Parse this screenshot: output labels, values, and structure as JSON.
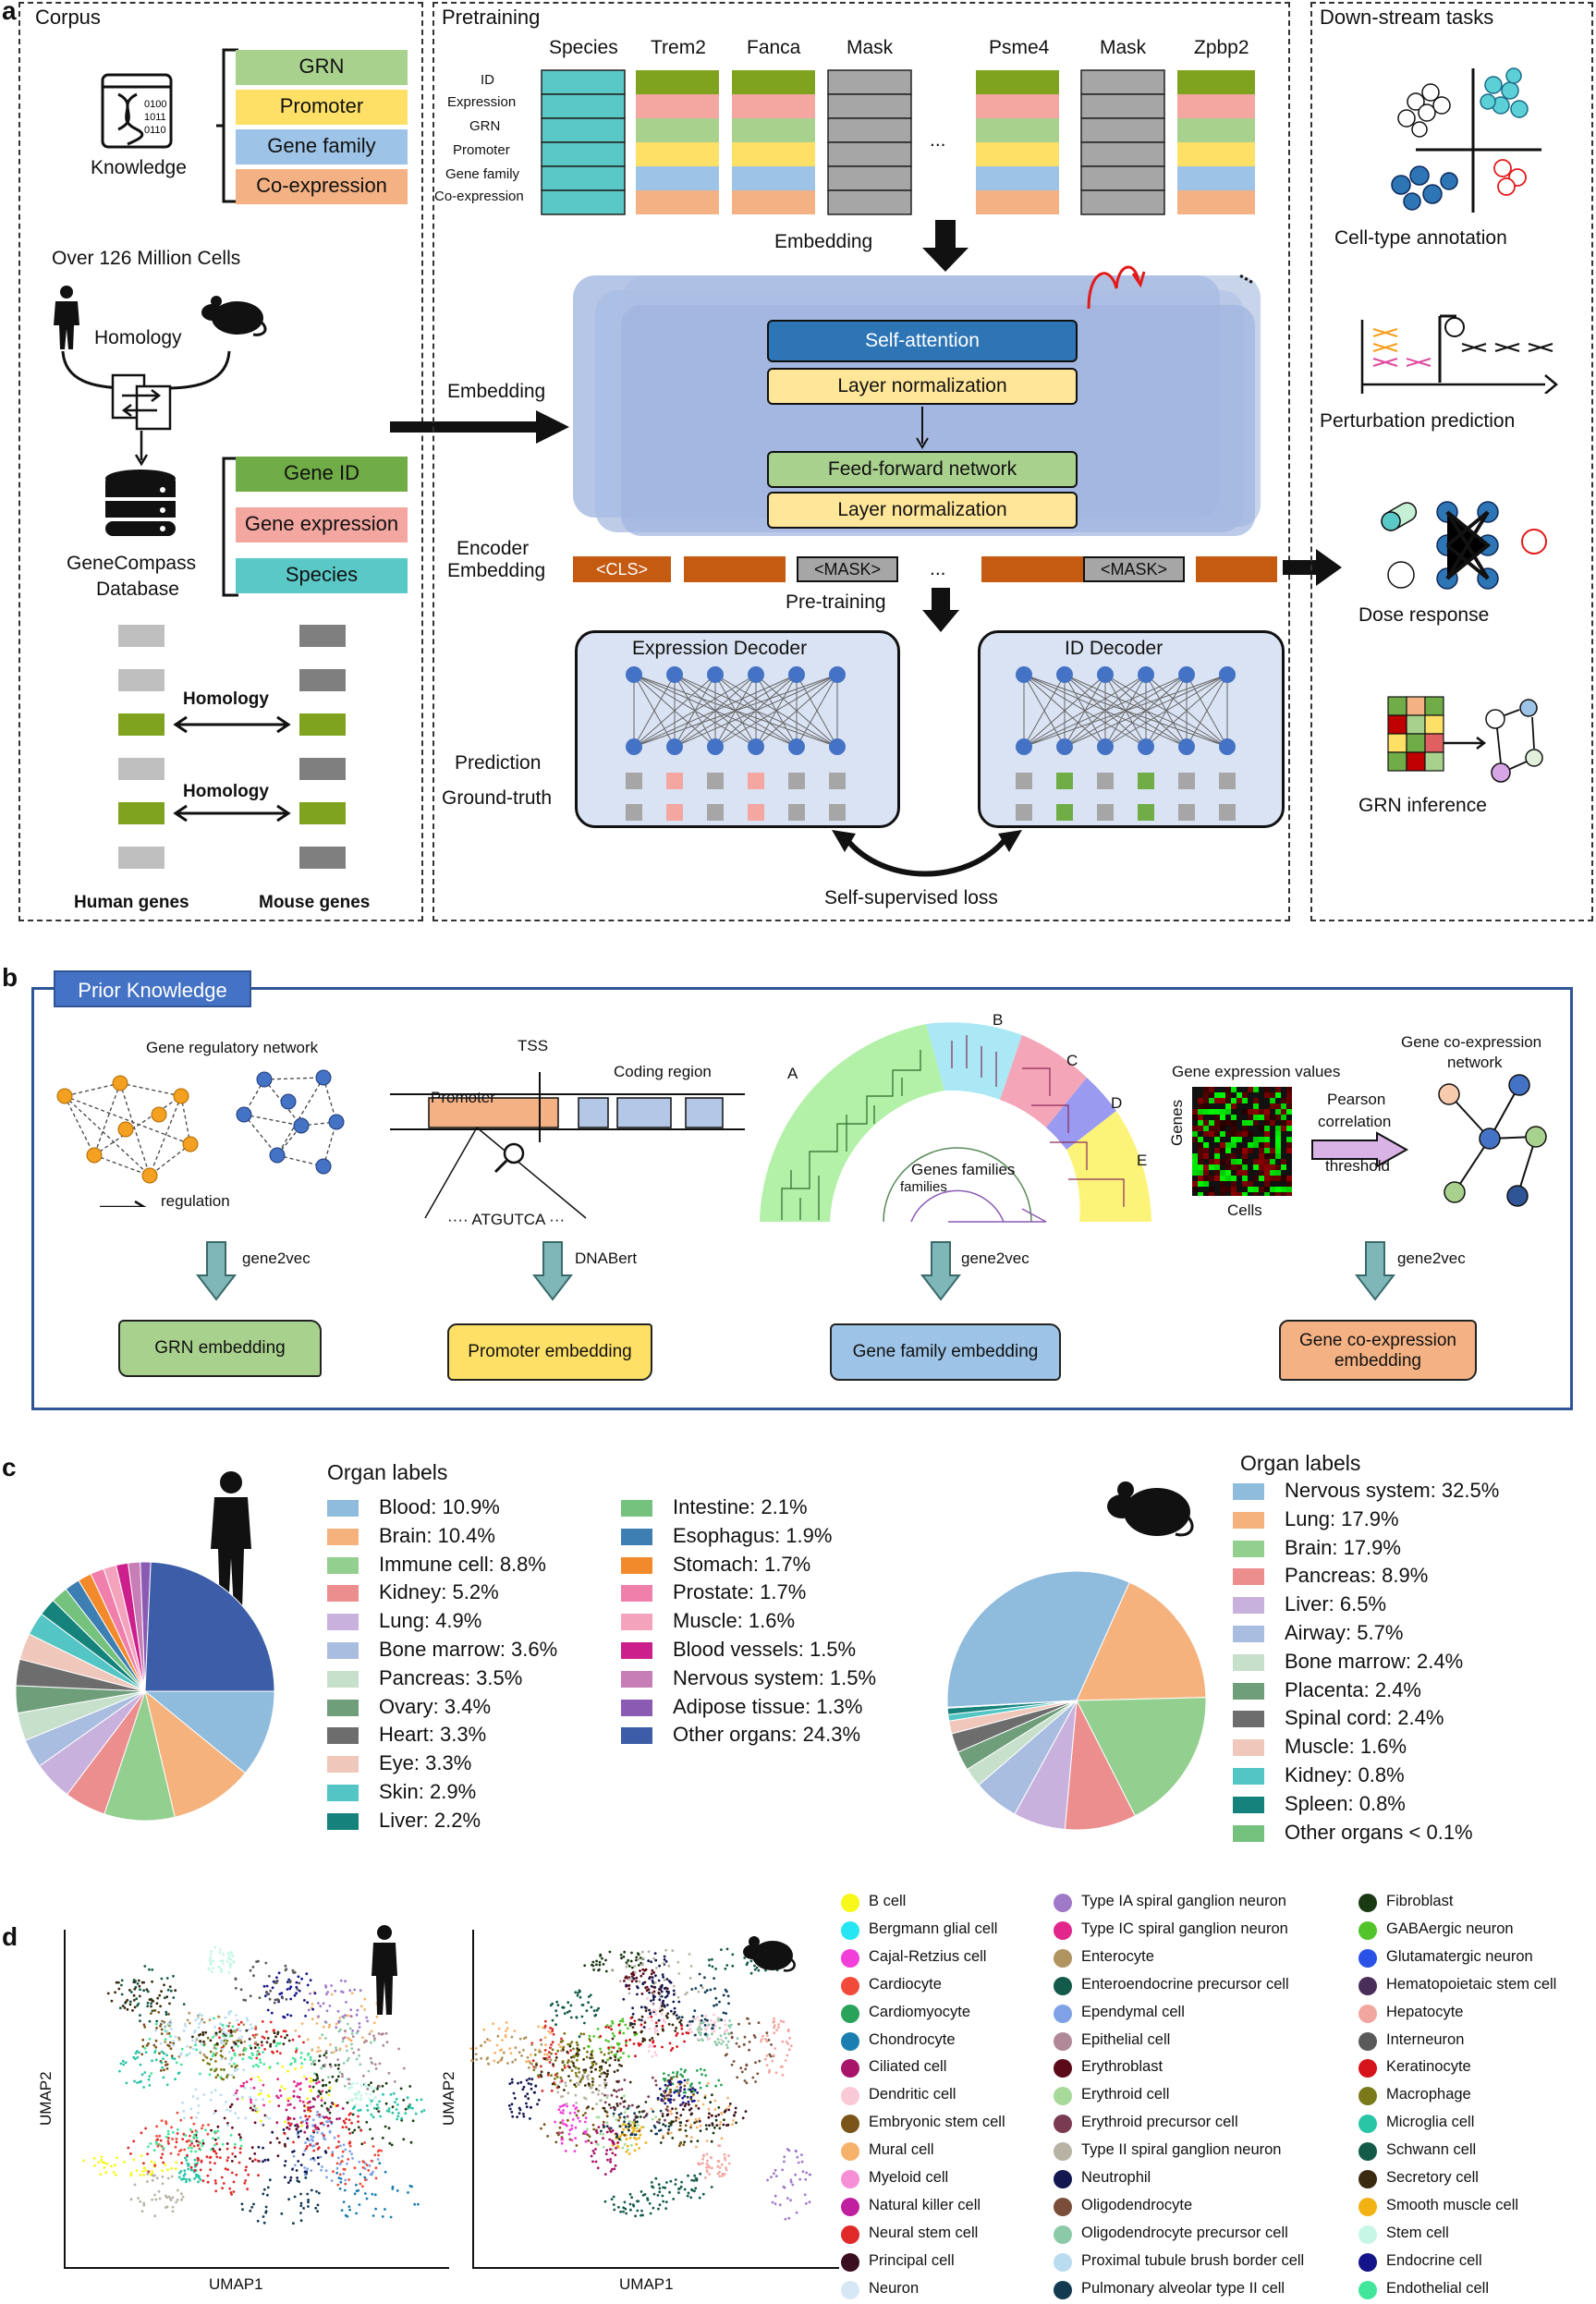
{
  "panels": {
    "a": "a",
    "b": "b",
    "c": "c",
    "d": "d"
  },
  "corpus": {
    "title": "Corpus",
    "knowledge_label": "Knowledge",
    "knowledge_items": [
      "GRN",
      "Promoter",
      "Gene family",
      "Co-expression"
    ],
    "cells_label": "Over 126 Million Cells",
    "homology_label": "Homology",
    "db_label_1": "GeneCompass",
    "db_label_2": "Database",
    "db_items": [
      "Gene ID",
      "Gene expression",
      "Species"
    ],
    "homology_1": "Homology",
    "homology_2": "Homology",
    "human_genes": "Human genes",
    "mouse_genes": "Mouse genes"
  },
  "pretraining": {
    "title": "Pretraining",
    "columns": [
      "Species",
      "Trem2",
      "Fanca",
      "Mask",
      "Psme4",
      "Mask",
      "Zpbp2"
    ],
    "ellipsis": "...",
    "row_labels": [
      "ID",
      "Expression",
      "GRN",
      "Promoter",
      "Gene family",
      "Co-expression"
    ],
    "embedding_top": "Embedding",
    "embedding_left": "Embedding",
    "self_attention": "Self-attention",
    "layer_norm_1": "Layer normalization",
    "ffn": "Feed-forward network",
    "layer_norm_2": "Layer normalization",
    "encoder_embedding_1": "Encoder",
    "encoder_embedding_2": "Embedding",
    "tokens": [
      "<CLS>",
      "<MASK>",
      "<MASK>"
    ],
    "token_ellipsis": "...",
    "pretraining_label": "Pre-training",
    "expr_decoder": "Expression Decoder",
    "id_decoder": "ID Decoder",
    "prediction": "Prediction",
    "ground_truth": "Ground-truth",
    "loss": "Self-supervised loss",
    "dots": "..."
  },
  "downstream": {
    "title": "Down-stream tasks",
    "tasks": [
      "Cell-type annotation",
      "Perturbation prediction",
      "Dose response",
      "GRN inference"
    ]
  },
  "prior": {
    "title": "Prior Knowledge",
    "grn_title": "Gene regulatory network",
    "regulation": "regulation",
    "tss": "TSS",
    "coding_region": "Coding region",
    "promoter": "Promoter",
    "seq": "···· ATGUTCA ···",
    "tree_letters": [
      "A",
      "B",
      "C",
      "D",
      "E"
    ],
    "gene_families": "Genes families",
    "gene_families_2": "families",
    "expr_values": "Gene expression values",
    "genes": "Genes",
    "cells": "Cells",
    "pearson_1": "Pearson",
    "pearson_2": "correlation",
    "threshold": "threshold",
    "coexpr_net_1": "Gene co-expression",
    "coexpr_net_2": "network",
    "methods": [
      "gene2vec",
      "DNABert",
      "gene2vec",
      "gene2vec"
    ],
    "embeddings": [
      "GRN embedding",
      "Promoter embedding",
      "Gene family embedding",
      "Gene co-expression embedding"
    ]
  },
  "chart_data": [
    {
      "type": "pie",
      "title": "Organ labels",
      "categories": [
        "Blood",
        "Brain",
        "Immune cell",
        "Kidney",
        "Lung",
        "Bone marrow",
        "Pancreas",
        "Ovary",
        "Heart",
        "Eye",
        "Skin",
        "Liver",
        "Intestine",
        "Esophagus",
        "Stomach",
        "Prostate",
        "Muscle",
        "Blood vessels",
        "Nervous system",
        "Adipose tissue",
        "Other organs"
      ],
      "values": [
        10.9,
        10.4,
        8.8,
        5.2,
        4.9,
        3.6,
        3.5,
        3.4,
        3.3,
        3.3,
        2.9,
        2.2,
        2.1,
        1.9,
        1.7,
        1.7,
        1.6,
        1.5,
        1.5,
        1.3,
        24.3
      ],
      "labels": [
        "Blood: 10.9%",
        "Brain: 10.4%",
        "Immune cell: 8.8%",
        "Kidney: 5.2%",
        "Lung: 4.9%",
        "Bone marrow: 3.6%",
        "Pancreas: 3.5%",
        "Ovary: 3.4%",
        "Heart: 3.3%",
        "Eye: 3.3%",
        "Skin: 2.9%",
        "Liver: 2.2%",
        "Intestine: 2.1%",
        "Esophagus: 1.9%",
        "Stomach: 1.7%",
        "Prostate: 1.7%",
        "Muscle: 1.6%",
        "Blood vessels: 1.5%",
        "Nervous system: 1.5%",
        "Adipose tissue: 1.3%",
        "Other organs: 24.3%"
      ],
      "colors": [
        "#8fbbdd",
        "#f6b27c",
        "#93cf8f",
        "#ec8d8e",
        "#c9b1dd",
        "#a9bde0",
        "#c7e0cc",
        "#6f9e7a",
        "#6d6d6d",
        "#f0c8bb",
        "#53c5c5",
        "#15827c",
        "#74c27e",
        "#3d7fb3",
        "#f28a2c",
        "#f07fab",
        "#f4a3bd",
        "#cc1f8c",
        "#c77db6",
        "#8b5bb4",
        "#3c5da8"
      ],
      "legend": "right"
    },
    {
      "type": "pie",
      "title": "Organ labels",
      "categories": [
        "Nervous system",
        "Lung",
        "Brain",
        "Pancreas",
        "Liver",
        "Airway",
        "Bone marrow",
        "Placenta",
        "Spinal cord",
        "Muscle",
        "Kidney",
        "Spleen",
        "Other organs"
      ],
      "values": [
        32.5,
        17.9,
        17.9,
        8.9,
        6.5,
        5.7,
        2.4,
        2.4,
        2.4,
        1.6,
        0.8,
        0.8,
        0.1
      ],
      "labels": [
        "Nervous system: 32.5%",
        "Lung: 17.9%",
        "Brain: 17.9%",
        "Pancreas: 8.9%",
        "Liver: 6.5%",
        "Airway: 5.7%",
        "Bone marrow: 2.4%",
        "Placenta: 2.4%",
        "Spinal cord: 2.4%",
        "Muscle: 1.6%",
        "Kidney: 0.8%",
        "Spleen: 0.8%",
        "Other organs < 0.1%"
      ],
      "colors": [
        "#8fbbdd",
        "#f6b27c",
        "#93cf8f",
        "#ec8d8e",
        "#c9b1dd",
        "#a9bde0",
        "#c7e0cc",
        "#6f9e7a",
        "#6d6d6d",
        "#f0c8bb",
        "#53c5c5",
        "#15827c",
        "#74c27e"
      ],
      "legend": "right"
    }
  ],
  "umap": {
    "x_label": "UMAP1",
    "y_label": "UMAP2",
    "cell_types": [
      {
        "name": "B cell",
        "color": "#f7f71a"
      },
      {
        "name": "Bergmann glial cell",
        "color": "#25e6f2"
      },
      {
        "name": "Cajal-Retzius cell",
        "color": "#f23fd9"
      },
      {
        "name": "Cardiocyte",
        "color": "#f24a3a"
      },
      {
        "name": "Cardiomyocyte",
        "color": "#2aa35a"
      },
      {
        "name": "Chondrocyte",
        "color": "#1a7fb0"
      },
      {
        "name": "Ciliated cell",
        "color": "#a8146a"
      },
      {
        "name": "Dendritic cell",
        "color": "#f9c9d8"
      },
      {
        "name": "Embryonic stem cell",
        "color": "#7a5418"
      },
      {
        "name": "Mural cell",
        "color": "#f6b26b"
      },
      {
        "name": "Myeloid cell",
        "color": "#f68fd6"
      },
      {
        "name": "Natural killer cell",
        "color": "#c01fa0"
      },
      {
        "name": "Neural stem cell",
        "color": "#e02a2a"
      },
      {
        "name": "Principal cell",
        "color": "#3a0e1f"
      },
      {
        "name": "Neuron",
        "color": "#d6e8f6"
      },
      {
        "name": "Type IA spiral ganglion neuron",
        "color": "#a07ac9"
      },
      {
        "name": "Type IC spiral ganglion neuron",
        "color": "#e2268c"
      },
      {
        "name": "Enterocyte",
        "color": "#b09460"
      },
      {
        "name": "Enteroendocrine precursor cell",
        "color": "#145a4a"
      },
      {
        "name": "Ependymal cell",
        "color": "#7fa2e6"
      },
      {
        "name": "Epithelial cell",
        "color": "#b08898"
      },
      {
        "name": "Erythroblast",
        "color": "#5a0a18"
      },
      {
        "name": "Erythroid cell",
        "color": "#a6d99a"
      },
      {
        "name": "Erythroid precursor cell",
        "color": "#7a3a52"
      },
      {
        "name": "Type II spiral ganglion neuron",
        "color": "#b8b2a4"
      },
      {
        "name": "Neutrophil",
        "color": "#131850"
      },
      {
        "name": "Oligodendrocyte",
        "color": "#7a4e3a"
      },
      {
        "name": "Oligodendrocyte precursor cell",
        "color": "#8cc9a8"
      },
      {
        "name": "Proximal tubule brush border cell",
        "color": "#b9dcf0"
      },
      {
        "name": "Pulmonary alveolar type II cell",
        "color": "#123b52"
      },
      {
        "name": "Fibroblast",
        "color": "#1a3a14"
      },
      {
        "name": "GABAergic neuron",
        "color": "#52c42a"
      },
      {
        "name": "Glutamatergic neuron",
        "color": "#2a52e6"
      },
      {
        "name": "Hematopoietaic stem cell",
        "color": "#4a2e5a"
      },
      {
        "name": "Hepatocyte",
        "color": "#f2a6a0"
      },
      {
        "name": "Interneuron",
        "color": "#5a5a5a"
      },
      {
        "name": "Keratinocyte",
        "color": "#d4141a"
      },
      {
        "name": "Macrophage",
        "color": "#7a7a1a"
      },
      {
        "name": "Microglia cell",
        "color": "#2ac4a6"
      },
      {
        "name": "Schwann cell",
        "color": "#145a4a"
      },
      {
        "name": "Secretory cell",
        "color": "#3a2a10"
      },
      {
        "name": "Smooth muscle cell",
        "color": "#f2b214"
      },
      {
        "name": "Stem cell",
        "color": "#c6f6e6"
      },
      {
        "name": "Endocrine cell",
        "color": "#14148a"
      },
      {
        "name": "Endothelial cell",
        "color": "#42e69a"
      }
    ]
  }
}
